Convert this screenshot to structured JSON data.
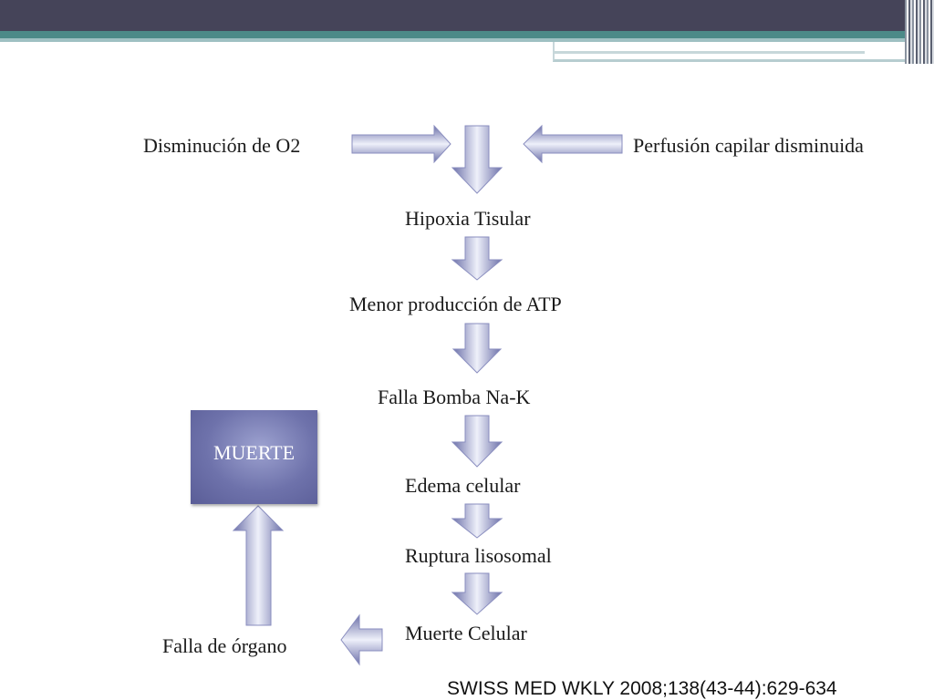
{
  "diagram": {
    "nodes": {
      "disminucion_o2": "Disminución de O2",
      "perfusion": "Perfusión capilar disminuida",
      "hipoxia": "Hipoxia Tisular",
      "menor_atp": "Menor producción de ATP",
      "falla_bomba": "Falla Bomba Na-K",
      "edema": "Edema celular",
      "ruptura": "Ruptura lisosomal",
      "muerte_celular": "Muerte Celular",
      "falla_organo": "Falla de órgano",
      "muerte": "MUERTE"
    },
    "edges": [
      {
        "from": "disminucion_o2",
        "to": "hipoxia"
      },
      {
        "from": "perfusion",
        "to": "hipoxia"
      },
      {
        "from": "hipoxia",
        "to": "menor_atp"
      },
      {
        "from": "menor_atp",
        "to": "falla_bomba"
      },
      {
        "from": "falla_bomba",
        "to": "edema"
      },
      {
        "from": "edema",
        "to": "ruptura"
      },
      {
        "from": "ruptura",
        "to": "muerte_celular"
      },
      {
        "from": "muerte_celular",
        "to": "falla_organo"
      },
      {
        "from": "falla_organo",
        "to": "muerte"
      }
    ],
    "colors": {
      "arrow_light": "#eef0fa",
      "arrow_dark": "#6d71a9",
      "box_fill": "#6e72ab",
      "header_dark": "#454459",
      "header_teal": "#4c8a88"
    }
  },
  "citation": "SWISS MED WKLY 2008;138(43-44):629-634"
}
